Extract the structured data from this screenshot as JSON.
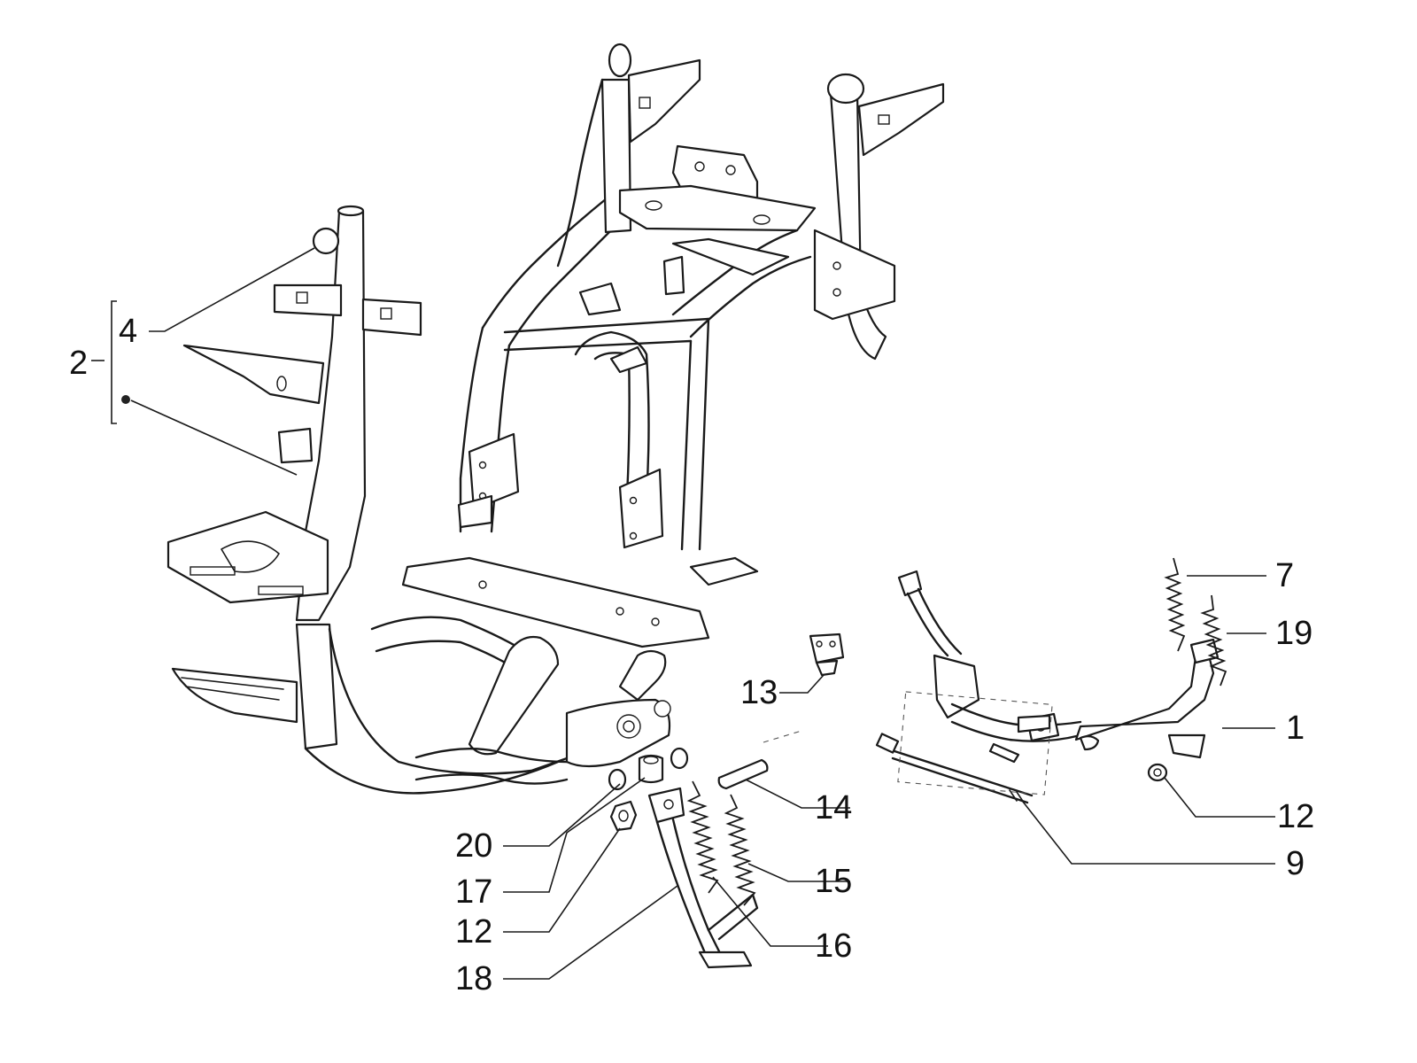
{
  "callouts": {
    "c1": "1",
    "c2": "2",
    "c4": "4",
    "c7": "7",
    "c9": "9",
    "c12a": "12",
    "c12b": "12",
    "c13": "13",
    "c14": "14",
    "c15": "15",
    "c16": "16",
    "c17": "17",
    "c18": "18",
    "c19": "19",
    "c20": "20"
  },
  "colors": {
    "line": "#1a1a1a",
    "background": "#ffffff"
  }
}
